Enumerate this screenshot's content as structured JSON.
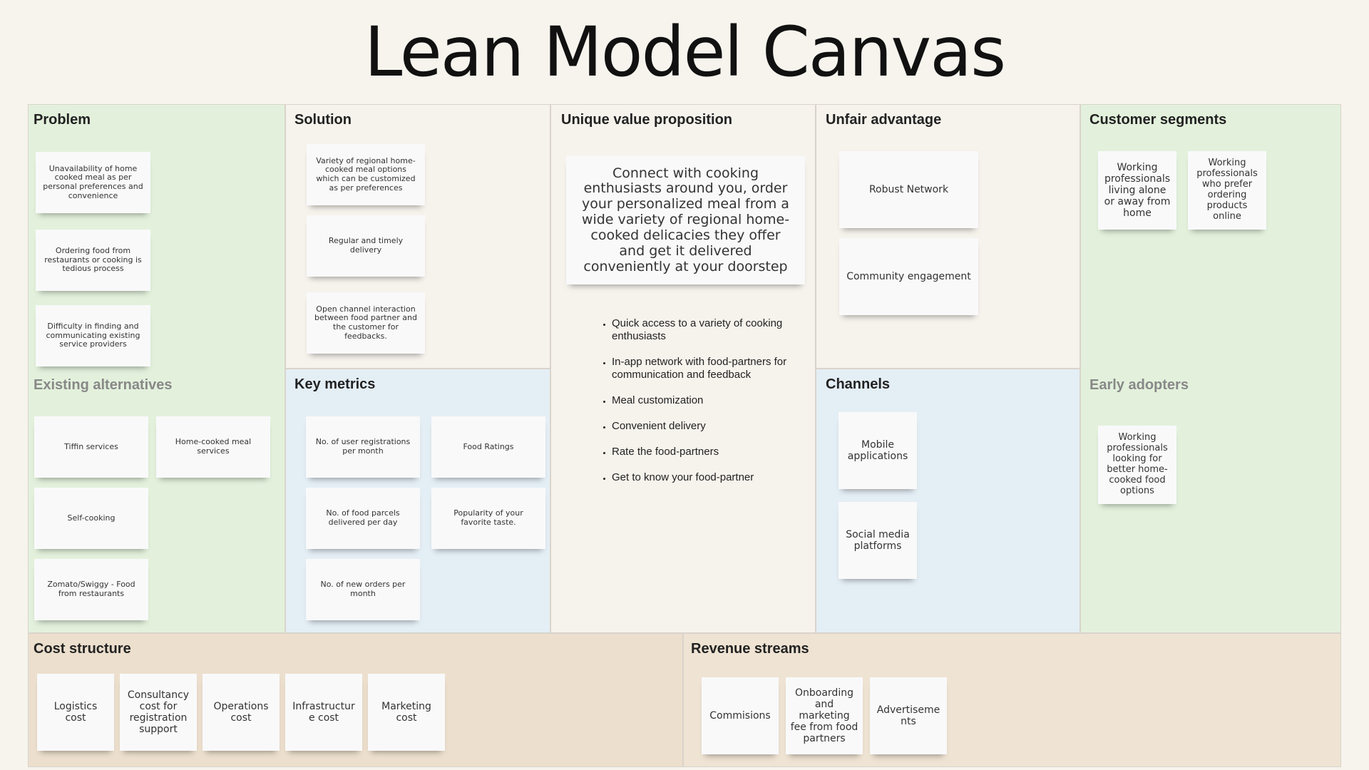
{
  "title": "Lean Model Canvas",
  "sections": {
    "problem": {
      "title": "Problem",
      "notes": [
        "Unavailability of home cooked meal as per personal preferences and convenience",
        "Ordering food from restaurants or cooking is tedious process",
        "Difficulty in finding and communicating existing service providers"
      ]
    },
    "existing_alternatives": {
      "title": "Existing alternatives",
      "notes": [
        "Tiffin services",
        "Home-cooked meal services",
        "Self-cooking",
        "Zomato/Swiggy - Food from restaurants"
      ]
    },
    "solution": {
      "title": "Solution",
      "notes": [
        "Variety of regional home-cooked meal options which can be customized as per preferences",
        "Regular and timely delivery",
        "Open channel interaction between food partner and the customer for feedbacks."
      ]
    },
    "key_metrics": {
      "title": "Key metrics",
      "notes": [
        "No. of user registrations per month",
        "Food Ratings",
        "No. of food parcels delivered per day",
        "Popularity of your favorite taste.",
        "No. of new orders per month"
      ]
    },
    "uvp": {
      "title": "Unique value proposition",
      "main": "Connect with cooking enthusiasts around you, order your personalized meal from a wide variety of regional home-cooked delicacies they offer and get it delivered conveniently at your doorstep",
      "bullets": [
        "Quick access to a variety of cooking enthusiasts",
        "In-app network with food-partners for communication and feedback",
        "Meal customization",
        "Convenient delivery",
        "Rate the food-partners",
        "Get to know your food-partner"
      ]
    },
    "unfair_advantage": {
      "title": "Unfair advantage",
      "notes": [
        "Robust Network",
        "Community engagement"
      ]
    },
    "channels": {
      "title": "Channels",
      "notes": [
        "Mobile applications",
        "Social media platforms"
      ]
    },
    "customer_segments": {
      "title": "Customer segments",
      "notes": [
        "Working professionals living alone or away from home",
        "Working professionals who prefer ordering products online"
      ]
    },
    "early_adopters": {
      "title": "Early adopters",
      "notes": [
        "Working professionals looking for better home-cooked food options"
      ]
    },
    "cost_structure": {
      "title": "Cost structure",
      "notes": [
        "Logistics cost",
        "Consultancy cost for registration support",
        "Operations cost",
        "Infrastructur e  cost",
        "Marketing cost"
      ]
    },
    "revenue_streams": {
      "title": "Revenue streams",
      "notes": [
        "Commisions",
        "Onboarding and marketing fee from food partners",
        "Advertiseme nts"
      ]
    }
  }
}
